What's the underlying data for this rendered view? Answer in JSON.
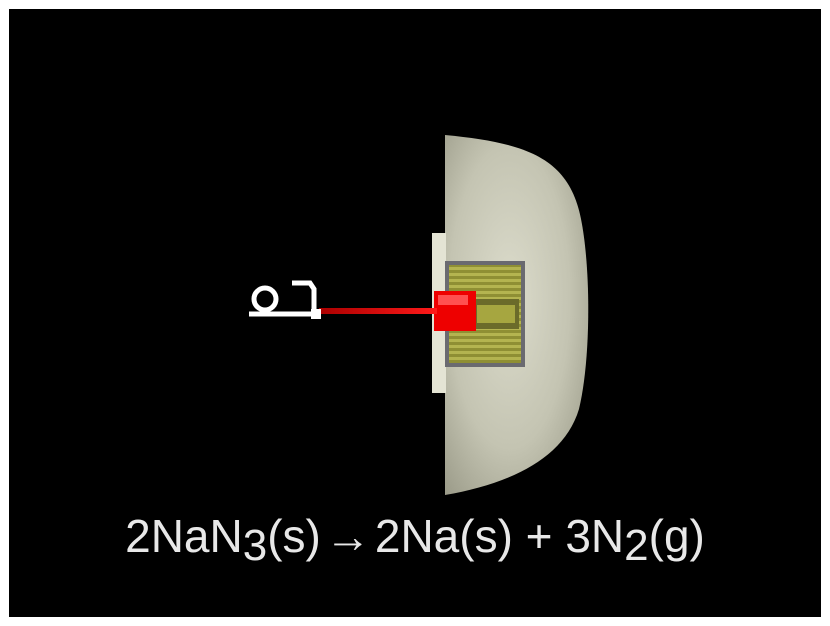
{
  "equation": {
    "reactant_coef": "2",
    "reactant_formula": "NaN",
    "reactant_sub": "3",
    "reactant_state": "(s)",
    "arrow": "→",
    "product1": "2Na(s)",
    "plus": "+",
    "product2_coef": "3",
    "product2_formula": "N",
    "product2_sub": "2",
    "product2_state": "(g)"
  },
  "colors": {
    "background": "#000000",
    "border": "#ffffff",
    "shell": "#c9c9b8",
    "propellant": "#9a9a3a",
    "igniter": "#ff0000",
    "text": "#e8e8e8"
  }
}
